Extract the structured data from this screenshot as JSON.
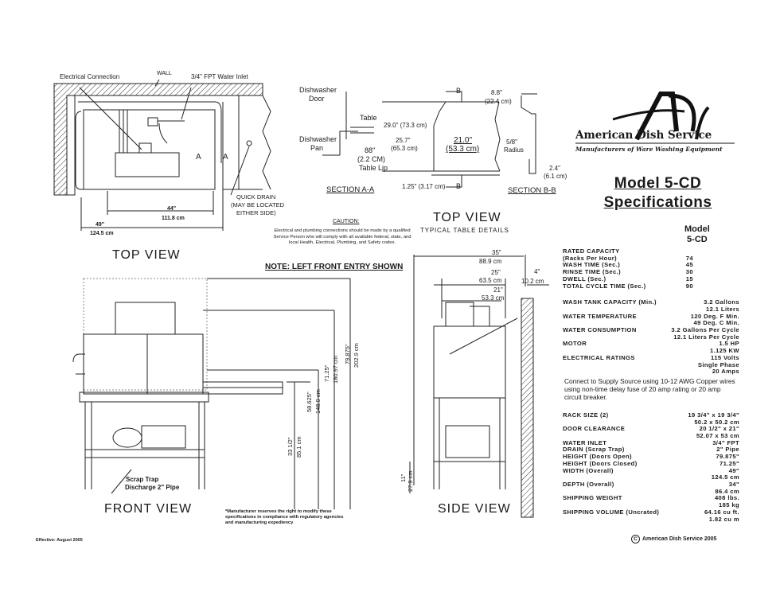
{
  "logo": {
    "monogram": "ADS",
    "company": "American Dish Service",
    "tagline": "Manufacturers of Ware Washing Equipment"
  },
  "header": {
    "title_line1": "Model 5-CD",
    "title_line2": "Specifications"
  },
  "top_view": {
    "title": "TOP VIEW",
    "electrical_connection": "Electrical Connection",
    "wall": "WALL",
    "water_inlet": "3/4\" FPT Water Inlet",
    "section_mark": "A",
    "quick_drain": [
      "QUICK DRAIN",
      "(MAY BE LOCATED",
      "EITHER SIDE)"
    ],
    "dim_inner_in": "44\"",
    "dim_inner_cm": "111.8 cm",
    "dim_outer_in": "49\"",
    "dim_outer_cm": "124.5 cm"
  },
  "table_details": {
    "title": "TOP VIEW",
    "subtitle": "TYPICAL TABLE DETAILS",
    "door": [
      "Dishwasher",
      "Door"
    ],
    "table": "Table",
    "pan": [
      "Dishwasher",
      "Pan"
    ],
    "lip": [
      "88\"",
      "(2.2 CM)",
      "Table Lip"
    ],
    "section_aa": "SECTION A-A",
    "section_bb": "SECTION B-B",
    "b_mark": "B",
    "dim_29": "29.0\" (73.3 cm)",
    "dim_257": [
      "25.7\"",
      "(65.3 cm)"
    ],
    "dim_21": [
      "21.0\"",
      "(53.3 cm)"
    ],
    "dim_125": "1.25\" (3.17 cm)",
    "dim_88": [
      "8.8\"",
      "(22.4 cm)"
    ],
    "radius": [
      "5/8\"",
      "Radius"
    ],
    "dim_24": [
      "2.4\"",
      "(6.1 cm)"
    ]
  },
  "caution": {
    "heading": "CAUTION:",
    "text": "Electrical and plumbing connections should be made by a qualified Service Person who will comply with all available federal, state, and local Health, Electrical, Plumbing, and Safety codes."
  },
  "note": "NOTE: LEFT FRONT ENTRY SHOWN",
  "front_view": {
    "title": "FRONT VIEW",
    "scrap_trap": [
      "Scrap Trap",
      "Discharge 2\" Pipe"
    ],
    "dims": [
      {
        "in": "33 1/2\"",
        "cm": "85.1 cm"
      },
      {
        "in": "58.625\"",
        "cm": "148.9 cm"
      },
      {
        "in": "71.25\"",
        "cm": "180.97 cm"
      },
      {
        "in": "79.875\"",
        "cm": "202.9 cm"
      }
    ]
  },
  "side_view": {
    "title": "SIDE VIEW",
    "dim_35": [
      "35\"",
      "88.9 cm"
    ],
    "dim_25": [
      "25\"",
      "63.5 cm"
    ],
    "dim_21": [
      "21\"",
      "53.3 cm"
    ],
    "dim_4": [
      "4\"",
      "10.2 cm"
    ],
    "dim_11": [
      "11\"",
      "27.9 cm"
    ]
  },
  "footnote": [
    "*Manufacturer reserves the right to modify these",
    "specifications in compliance with regulatory agencies",
    "and manufacturing expediency"
  ],
  "model_column": [
    "Model",
    "5-CD"
  ],
  "specs": {
    "group1": [
      {
        "label": "RATED CAPACITY",
        "value": ""
      },
      {
        "label": "(Racks Per Hour)",
        "value": "74"
      },
      {
        "label": "WASH TIME (Sec.)",
        "value": "45"
      },
      {
        "label": "RINSE TIME (Sec.)",
        "value": "30"
      },
      {
        "label": "DWELL (Sec.)",
        "value": "15"
      },
      {
        "label": "TOTAL CYCLE TIME (Sec.)",
        "value": "90"
      }
    ],
    "group2": [
      {
        "label": "WASH TANK CAPACITY (Min.)",
        "value": "3.2 Gallons"
      },
      {
        "label": "",
        "value": "12.1 Liters"
      },
      {
        "label": "WATER TEMPERATURE",
        "value": "120 Deg. F Min."
      },
      {
        "label": "",
        "value": "49 Deg. C Min."
      },
      {
        "label": "WATER CONSUMPTION",
        "value": "3.2 Gallons Per Cycle"
      },
      {
        "label": "",
        "value": "12.1 Liters Per Cycle"
      },
      {
        "label": "MOTOR",
        "value": "1.5 HP"
      },
      {
        "label": "",
        "value": "1.125 KW"
      },
      {
        "label": "ELECTRICAL RATINGS",
        "value": "115 Volts"
      },
      {
        "label": "",
        "value": "Single Phase"
      },
      {
        "label": "",
        "value": "20 Amps"
      }
    ],
    "wiring_note": "Connect to Supply Source using 10-12 AWG Copper wires using non-time delay fuse of 20 amp rating or 20 amp circuit breaker.",
    "group3": [
      {
        "label": "RACK SIZE (2)",
        "value": "19 3/4\" x 19 3/4\""
      },
      {
        "label": "",
        "value": "50.2 x 50.2 cm"
      },
      {
        "label": "DOOR CLEARANCE",
        "value": "20 1/2\" x 21\""
      },
      {
        "label": "",
        "value": "52.07 x 53 cm"
      },
      {
        "label": "WATER INLET",
        "value": "3/4\" FPT"
      },
      {
        "label": "DRAIN (Scrap Trap)",
        "value": "2\" Pipe"
      },
      {
        "label": "HEIGHT (Doors Open)",
        "value": "79.875\""
      },
      {
        "label": "HEIGHT (Doors Closed)",
        "value": "71.25\""
      },
      {
        "label": "WIDTH (Overall)",
        "value": "49\""
      },
      {
        "label": "",
        "value": "124.5 cm"
      },
      {
        "label": "DEPTH (Overall)",
        "value": "34\""
      },
      {
        "label": "",
        "value": "86.4 cm"
      },
      {
        "label": "SHIPPING WEIGHT",
        "value": "408 lbs."
      },
      {
        "label": "",
        "value": "185 kg"
      },
      {
        "label": "SHIPPING VOLUME (Uncrated)",
        "value": "64.16 cu ft."
      },
      {
        "label": "",
        "value": "1.82 cu m"
      }
    ]
  },
  "copyright": "American Dish Service 2005",
  "copyright_symbol": "C",
  "effective": "Effective:  August 2005"
}
